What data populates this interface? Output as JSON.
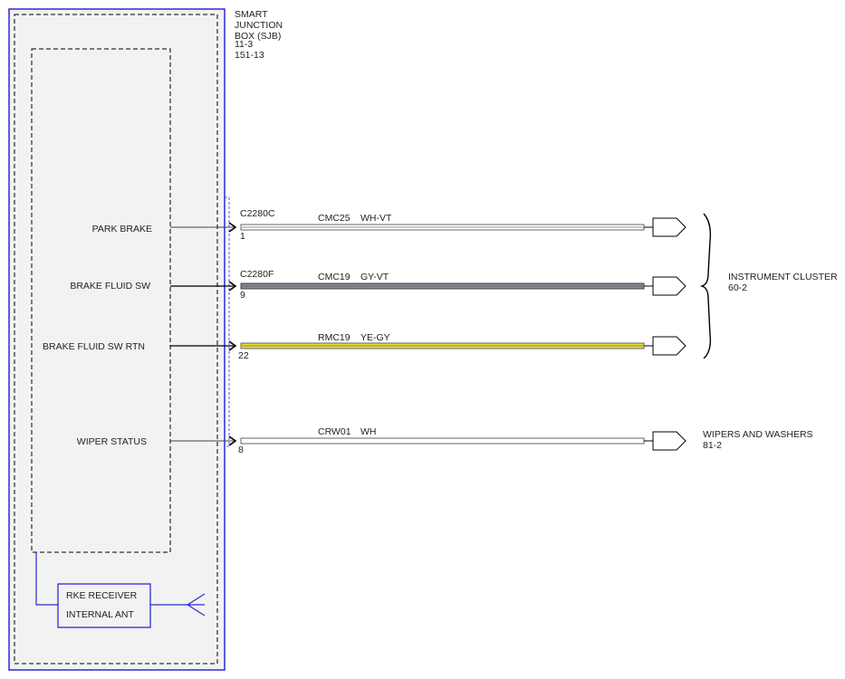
{
  "module": {
    "name_lines": "SMART\nJUNCTION\nBOX (SJB)",
    "refs": "11-3\n151-13",
    "color": "#2a2ad6"
  },
  "circuits": [
    {
      "signal": "PARK BRAKE",
      "connector": "C2280C",
      "pin": "1",
      "circuit": "CMC25",
      "wire_color": "WH-VT",
      "colors": [
        "#ffffff",
        "#c9a8c9"
      ]
    },
    {
      "signal": "BRAKE FLUID SW",
      "connector": "C2280F",
      "pin": "9",
      "circuit": "CMC19",
      "wire_color": "GY-VT",
      "colors": [
        "#8c8c8c",
        "#7c6a86"
      ]
    },
    {
      "signal": "BRAKE FLUID SW RTN",
      "connector": "",
      "pin": "22",
      "circuit": "RMC19",
      "wire_color": "YE-GY",
      "colors": [
        "#f0e41c",
        "#9a9a9a"
      ]
    },
    {
      "signal": "WIPER STATUS",
      "connector": "",
      "pin": "8",
      "circuit": "CRW01",
      "wire_color": "WH",
      "colors": [
        "#ffffff",
        "#ffffff"
      ]
    }
  ],
  "destinations": [
    {
      "name": "INSTRUMENT CLUSTER",
      "ref": "60-2"
    },
    {
      "name": "WIPERS AND WASHERS",
      "ref": "81-2"
    }
  ],
  "rke": {
    "line1": "RKE RECEIVER",
    "line2": "INTERNAL ANT"
  }
}
